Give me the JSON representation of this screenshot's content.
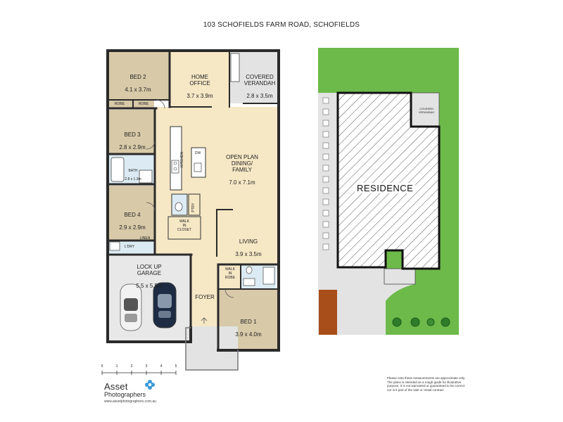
{
  "title": "103 SCHOFIELDS FARM ROAD, SCHOFIELDS",
  "rooms": {
    "bed2": {
      "name": "BED 2",
      "size": "4.1 x 3.7m"
    },
    "home_office": {
      "name": "HOME\nOFFICE",
      "size": "3.7 x 3.9m"
    },
    "covered_verandah": {
      "name": "COVERED\nVERANDAH",
      "size": "2.8 x 3.5m"
    },
    "robe1": "ROBE",
    "robe2": "ROBE",
    "bed3": {
      "name": "BED 3",
      "size": "2.8 x 2.9m"
    },
    "bath": {
      "name": "BATH",
      "size": "2.8 x 1.3m"
    },
    "kitchen": "KITCHEN",
    "dw": "DW",
    "open_plan": {
      "name": "OPEN PLAN\nDINING/\nFAMILY",
      "size": "7.0 x 7.1m"
    },
    "bed4": {
      "name": "BED 4",
      "size": "2.9 x 2.9m"
    },
    "ptry": "PTRY",
    "walk_in_closet": "WALK\nIN\nCLOSET",
    "ldry": "L'DRY",
    "linen": "LINEN",
    "living": {
      "name": "LIVING",
      "size": "3.9 x 3.5m"
    },
    "garage": {
      "name": "LOCK UP\nGARAGE",
      "size": "5.5 x 5.5m"
    },
    "walk_in_robe": "WALK\nIN\nROBE",
    "foyer": "FOYER",
    "bed1": {
      "name": "BED 1",
      "size": "3.9 x 4.0m"
    }
  },
  "site": {
    "residence": "RESIDENCE",
    "verandah": "COVERED\nVERANDAH"
  },
  "scale": {
    "ticks": [
      "0",
      "1",
      "2",
      "3",
      "4",
      "5"
    ]
  },
  "brand": {
    "name": "Asset",
    "sub": "Photographers",
    "url": "www.assetphotographers.com.au"
  },
  "disclaimer": "Please note these measurements are approximate only. The plans is intended as a rough guide for illustrative purpose. It is not warranted or guaranteed to be correct nor is it part of the sale or rental contract",
  "colors": {
    "bedroom": "#d8c9a8",
    "living": "#f6e7c5",
    "wet": "#dcebf3",
    "garage": "#e8e8e8",
    "walls": "#2a2a2a",
    "lawn": "#6dba4a",
    "paving": "#e3e3e3",
    "brick": "#a84e1b"
  }
}
